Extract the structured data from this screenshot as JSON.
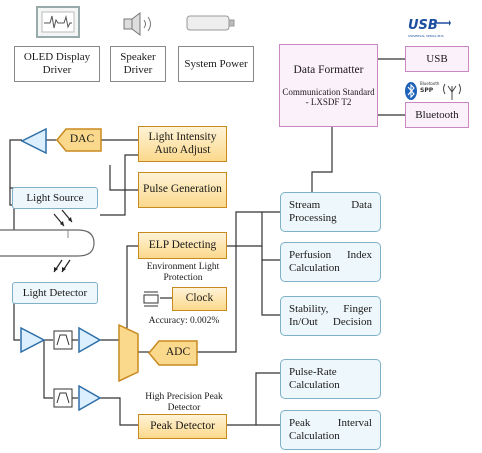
{
  "top_modules": {
    "oled": "OLED Display Driver",
    "speaker": "Speaker Driver",
    "power": "System Power"
  },
  "formatter": {
    "title": "Data Formatter",
    "sub": "Communication Standard - LXSDF T2"
  },
  "usb": {
    "label": "USB",
    "logo": "USB",
    "logo_sub": "UNIVERSAL SERIAL BUS"
  },
  "bluetooth": {
    "label": "Bluetooth",
    "spp": "SPP",
    "tiny": "Bluetooth"
  },
  "blocks": {
    "dac": "DAC",
    "light_intensity": "Light Intensity Auto Adjust",
    "pulse_generation": "Pulse Generation",
    "light_source": "Light Source",
    "elp": "ELP Detecting",
    "env_note": "Environment Light Protection",
    "clock": "Clock",
    "accuracy": "Accuracy: 0.002%",
    "light_detector": "Light Detector",
    "adc": "ADC",
    "hp_note": "High Precision Peak Detector",
    "peak_detector": "Peak Detector"
  },
  "outputs": {
    "stream": "Stream Data Processing",
    "perfusion": "Perfusion Index Calculation",
    "stability": "Stability, Finger In/Out Decision",
    "pulse_rate": "Pulse-Rate Calculation",
    "peak_interval": "Peak Interval Calculation"
  }
}
